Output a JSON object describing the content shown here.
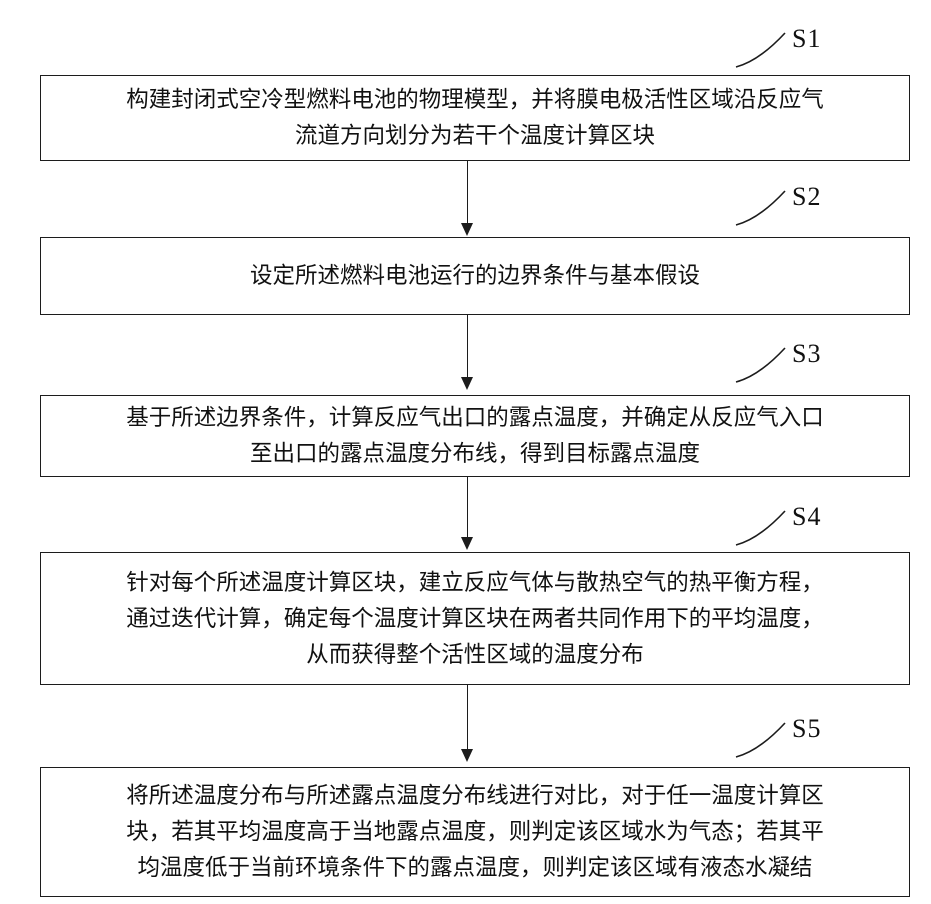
{
  "figure": {
    "type": "flowchart",
    "steps": [
      {
        "label": "S1",
        "text": "构建封闭式空冷型燃料电池的物理模型，并将膜电极活性区域沿反应气\n流道方向划分为若干个温度计算区块"
      },
      {
        "label": "S2",
        "text": "设定所述燃料电池运行的边界条件与基本假设"
      },
      {
        "label": "S3",
        "text": "基于所述边界条件，计算反应气出口的露点温度，并确定从反应气入口\n至出口的露点温度分布线，得到目标露点温度"
      },
      {
        "label": "S4",
        "text": "针对每个所述温度计算区块，建立反应气体与散热空气的热平衡方程，\n通过迭代计算，确定每个温度计算区块在两者共同作用下的平均温度，\n从而获得整个活性区域的温度分布"
      },
      {
        "label": "S5",
        "text": "将所述温度分布与所述露点温度分布线进行对比，对于任一温度计算区\n块，若其平均温度高于当地露点温度，则判定该区域水为气态；若其平\n均温度低于当前环境条件下的露点温度，则判定该区域有液态水凝结"
      }
    ]
  }
}
